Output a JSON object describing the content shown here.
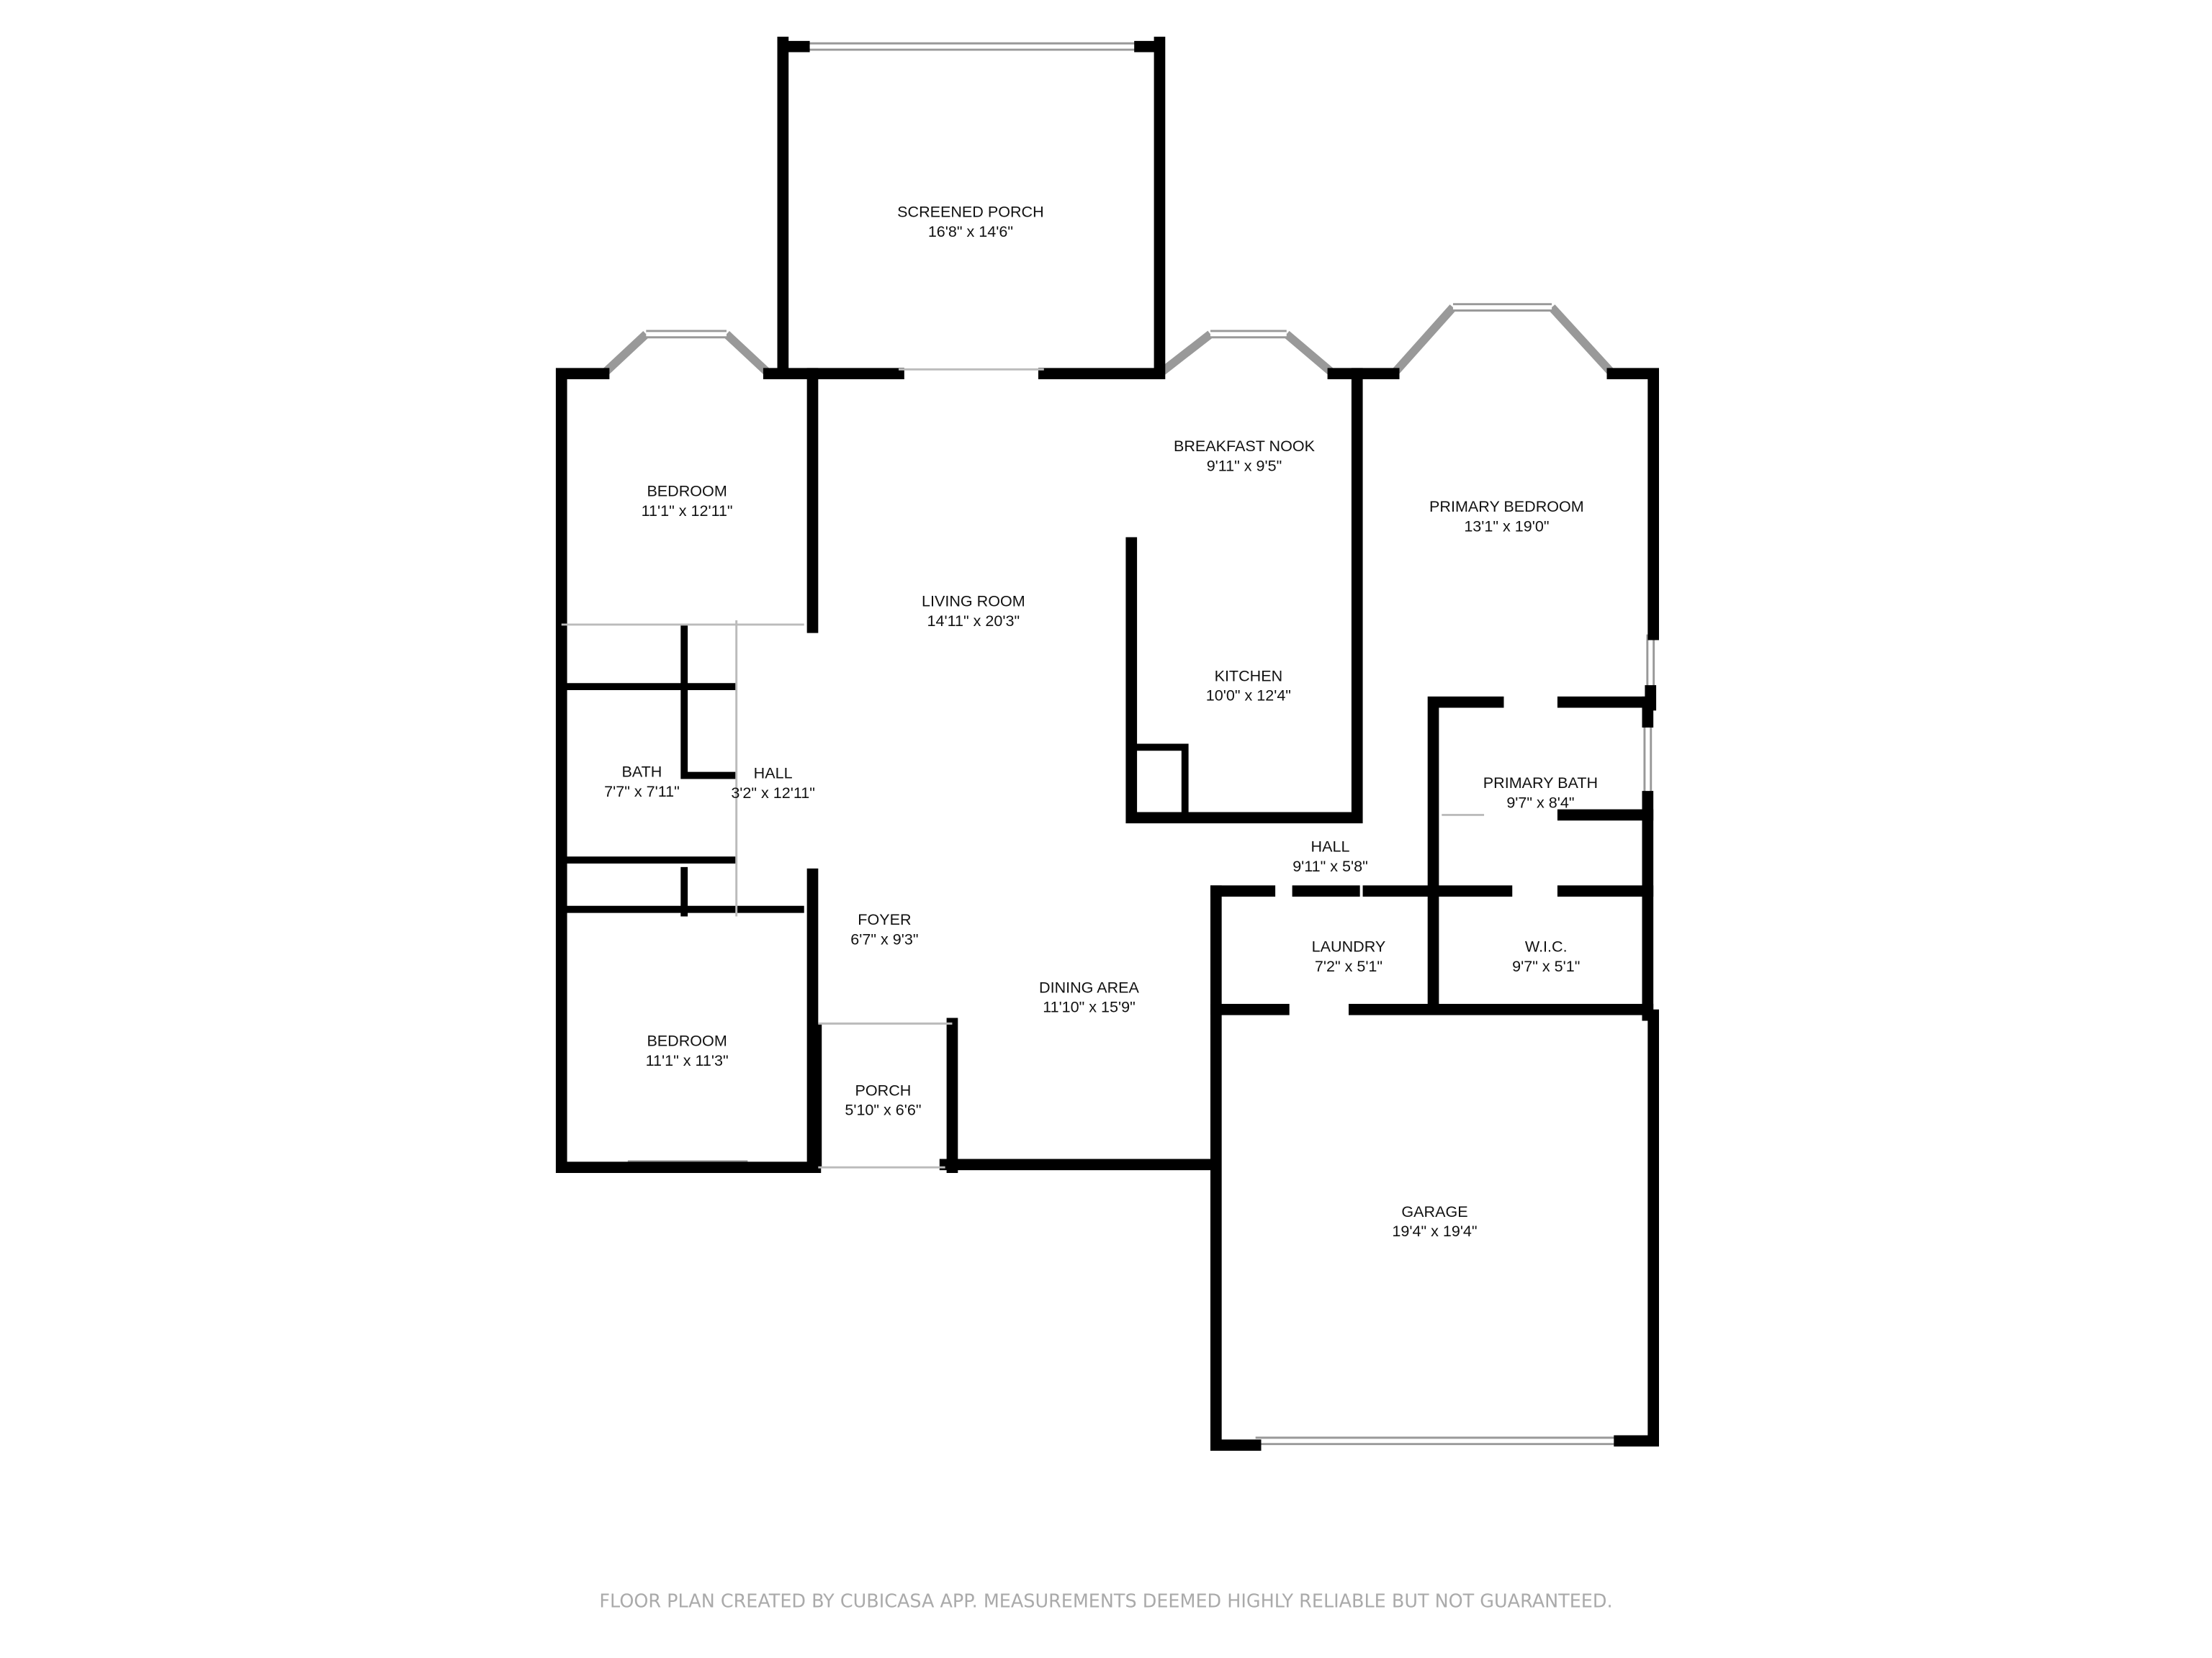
{
  "rooms": [
    {
      "name": "SCREENED PORCH",
      "size": "16'8\" x 14'6\""
    },
    {
      "name": "BREAKFAST NOOK",
      "size": "9'11\" x 9'5\""
    },
    {
      "name": "BEDROOM",
      "size": "11'1\" x 12'11\""
    },
    {
      "name": "PRIMARY BEDROOM",
      "size": "13'1\" x 19'0\""
    },
    {
      "name": "LIVING ROOM",
      "size": "14'11\" x 20'3\""
    },
    {
      "name": "KITCHEN",
      "size": "10'0\" x 12'4\""
    },
    {
      "name": "BATH",
      "size": "7'7\" x 7'11\""
    },
    {
      "name": "HALL",
      "size": "3'2\" x 12'11\""
    },
    {
      "name": "PRIMARY BATH",
      "size": "9'7\" x 8'4\""
    },
    {
      "name": "HALL",
      "size": "9'11\" x 5'8\""
    },
    {
      "name": "FOYER",
      "size": "6'7\" x 9'3\""
    },
    {
      "name": "LAUNDRY",
      "size": "7'2\" x 5'1\""
    },
    {
      "name": "W.I.C.",
      "size": "9'7\" x 5'1\""
    },
    {
      "name": "DINING AREA",
      "size": "11'10\" x 15'9\""
    },
    {
      "name": "BEDROOM",
      "size": "11'1\" x 11'3\""
    },
    {
      "name": "PORCH",
      "size": "5'10\" x 6'6\""
    },
    {
      "name": "GARAGE",
      "size": "19'4\" x 19'4\""
    }
  ],
  "footer": "FLOOR PLAN CREATED BY CUBICASA APP. MEASUREMENTS DEEMED HIGHLY RELIABLE BUT NOT GUARANTEED."
}
